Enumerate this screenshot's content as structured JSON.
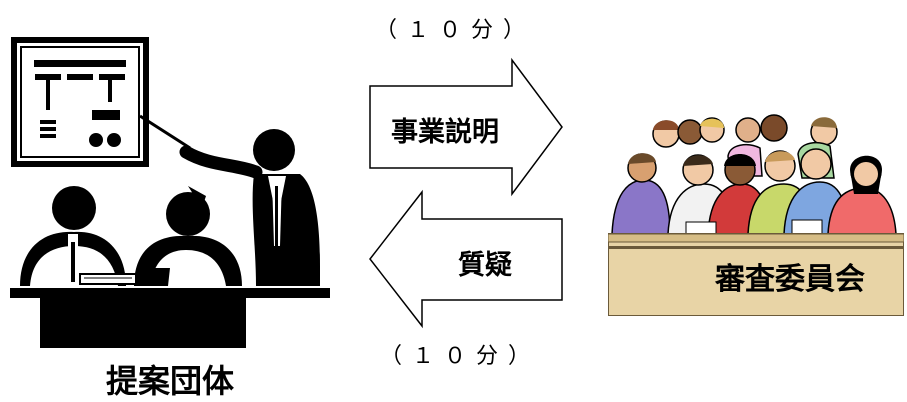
{
  "top_duration": "（１０分）",
  "bottom_duration": "（１０分）",
  "arrow_right_label": "事業説明",
  "arrow_left_label": "質疑",
  "presenter_caption": "提案団体",
  "committee_caption": "審査委員会",
  "colors": {
    "ink": "#000000",
    "bench": "#e8d4a6",
    "bench_edge": "#6b5a3a",
    "skin_light": "#f1c9a5",
    "skin_dark": "#8a5a36"
  },
  "icons": {
    "presenter_illustration": "presentation-meeting-icon",
    "committee_illustration": "audience-committee-icon",
    "right_arrow": "arrow-right-icon",
    "left_arrow": "arrow-left-icon"
  }
}
